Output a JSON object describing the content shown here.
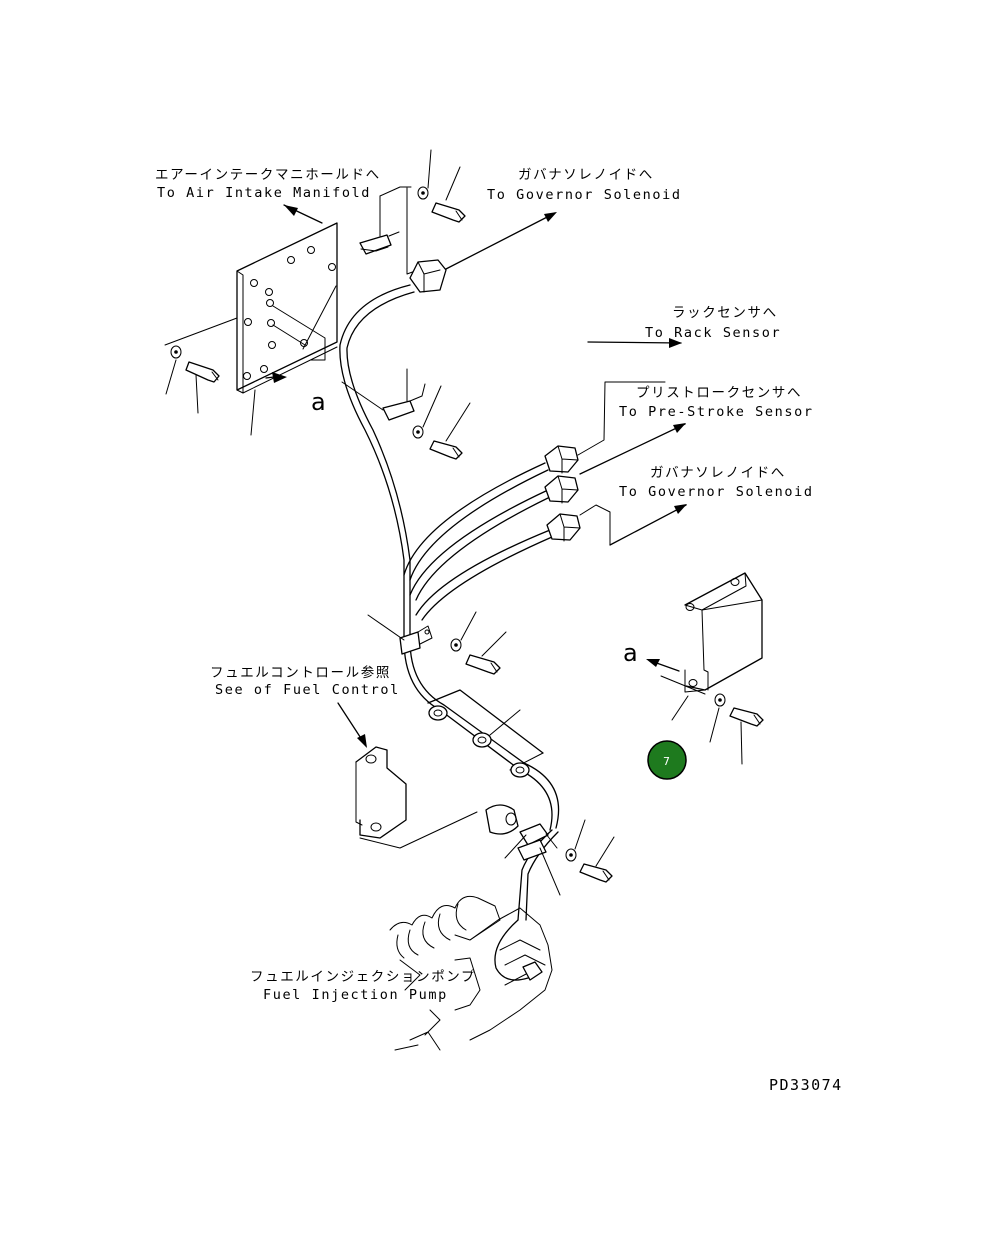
{
  "labels": {
    "air_intake_jp": "エアーインテークマニホールドへ",
    "air_intake_en": "To Air Intake Manifold",
    "gov_top_jp": "ガバナソレノイドへ",
    "gov_top_en": "To Governor Solenoid",
    "rack_jp": "ラックセンサへ",
    "rack_en": "To Rack Sensor",
    "prestroke_jp": "プリストロークセンサへ",
    "prestroke_en": "To Pre-Stroke Sensor",
    "gov_mid_jp": "ガバナソレノイドへ",
    "gov_mid_en": "To Governor Solenoid",
    "fuel_ctrl_jp": "フュエルコントロール参照",
    "fuel_ctrl_en": "See of Fuel Control",
    "pump_jp": "フュエルインジェクションポンプ",
    "pump_en": "Fuel Injection Pump",
    "view_a_left": "a",
    "view_a_right": "a",
    "drawing_code": "PD33074"
  },
  "callout": {
    "number": "7",
    "color": "#1e7a1e"
  }
}
